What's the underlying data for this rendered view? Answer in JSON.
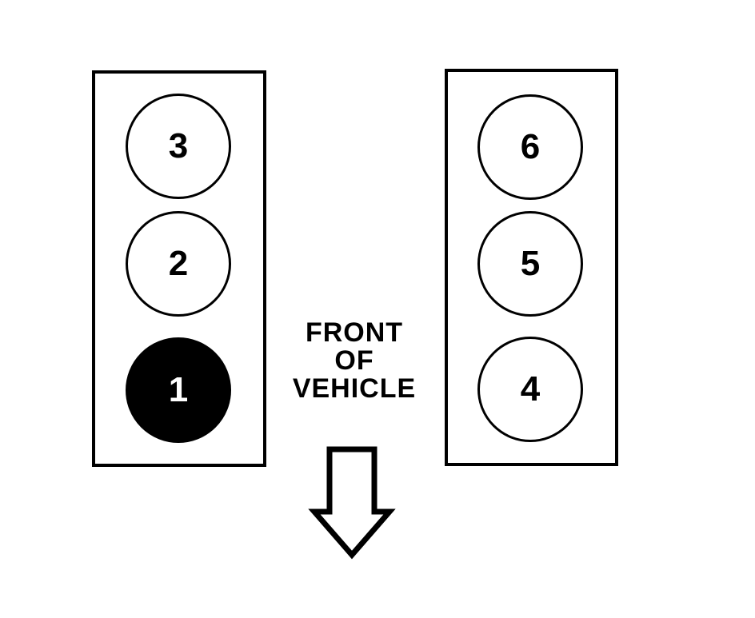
{
  "diagram": {
    "type": "engine-cylinder-layout",
    "banks": [
      {
        "name": "left-bank",
        "cylinders": [
          {
            "label": "3",
            "filled": false
          },
          {
            "label": "2",
            "filled": false
          },
          {
            "label": "1",
            "filled": true
          }
        ]
      },
      {
        "name": "right-bank",
        "cylinders": [
          {
            "label": "6",
            "filled": false
          },
          {
            "label": "5",
            "filled": false
          },
          {
            "label": "4",
            "filled": false
          }
        ]
      }
    ],
    "front_label": {
      "line1": "FRONT",
      "line2": "OF",
      "line3": "VEHICLE"
    },
    "arrow": {
      "name": "front-of-vehicle-arrow",
      "direction": "down",
      "style": "outline"
    },
    "colors": {
      "background": "#ffffff",
      "stroke": "#000000",
      "filled_cylinder": "#000000",
      "filled_cylinder_text": "#ffffff"
    }
  }
}
